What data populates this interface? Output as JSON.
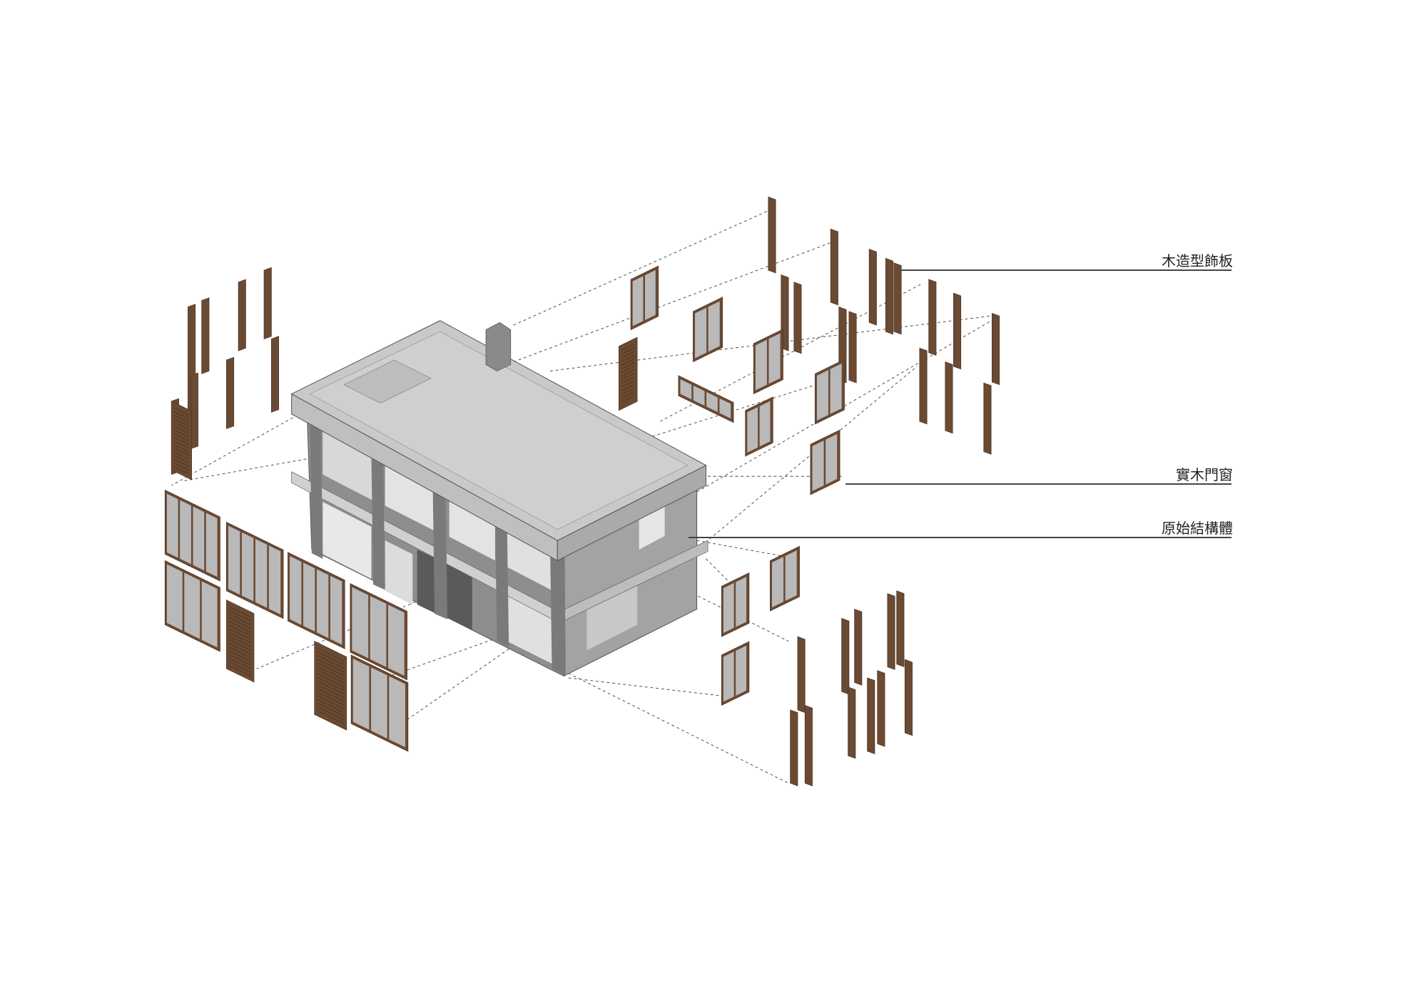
{
  "title": "Exploded axonometric of house renovation",
  "labels": {
    "wood_panels": "木造型飾板",
    "wood_doors_windows": "實木門窗",
    "original_structure": "原始結構體"
  },
  "colors": {
    "wood": "#6b4a33",
    "wood_dark": "#4e3422",
    "glass": "#b9b9b9",
    "concrete_roof": "#c9c9c9",
    "concrete_wall": "#8e8e8e",
    "leader": "#444444"
  }
}
